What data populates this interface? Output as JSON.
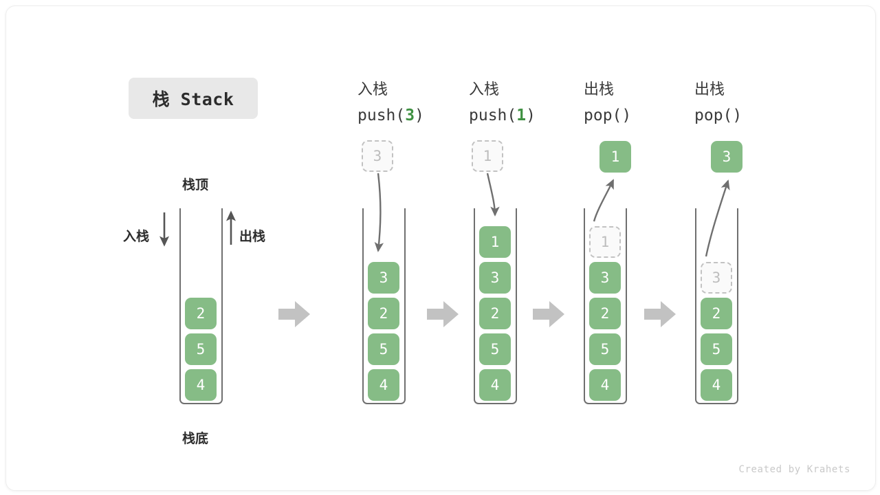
{
  "diagram": {
    "title_cn": "栈",
    "title_en": "Stack",
    "title_full": "栈 Stack",
    "footer": "Created by Krahets",
    "accent_green": "#86bc86",
    "accent_green_text": "#3f9142",
    "ghost_gray": "#bdbdbd",
    "arrow_gray": "#c0c0c0",
    "outline_gray": "#6f6f6f"
  },
  "legend": {
    "top_label": "栈顶",
    "bottom_label": "栈底",
    "push_label": "入栈",
    "pop_label": "出栈",
    "push_arrow_icon": "arrow-down-icon",
    "pop_arrow_icon": "arrow-up-icon"
  },
  "steps": [
    {
      "id": "initial",
      "op_cn": "",
      "op_code": "",
      "op_code_prefix": "",
      "op_code_num": "",
      "op_code_suffix": "",
      "floating": null,
      "cells": [
        "2",
        "5",
        "4"
      ]
    },
    {
      "id": "push-3",
      "op_cn": "入栈",
      "op_code": "push(3)",
      "op_code_prefix": "push(",
      "op_code_num": "3",
      "op_code_suffix": ")",
      "floating": {
        "value": "3",
        "style": "ghost",
        "direction": "in"
      },
      "cells": [
        "3",
        "2",
        "5",
        "4"
      ]
    },
    {
      "id": "push-1",
      "op_cn": "入栈",
      "op_code": "push(1)",
      "op_code_prefix": "push(",
      "op_code_num": "1",
      "op_code_suffix": ")",
      "floating": {
        "value": "1",
        "style": "ghost",
        "direction": "in"
      },
      "cells": [
        "1",
        "3",
        "2",
        "5",
        "4"
      ]
    },
    {
      "id": "pop-1",
      "op_cn": "出栈",
      "op_code": "pop()",
      "op_code_prefix": "pop(",
      "op_code_num": "",
      "op_code_suffix": ")",
      "floating": {
        "value": "1",
        "style": "filled",
        "direction": "out"
      },
      "cells": [
        "1",
        "3",
        "2",
        "5",
        "4"
      ],
      "ghost_index": 0
    },
    {
      "id": "pop-3",
      "op_cn": "出栈",
      "op_code": "pop()",
      "op_code_prefix": "pop(",
      "op_code_num": "",
      "op_code_suffix": ")",
      "floating": {
        "value": "3",
        "style": "filled",
        "direction": "out"
      },
      "cells": [
        "3",
        "2",
        "5",
        "4"
      ],
      "ghost_index": 0
    }
  ],
  "transitions": [
    "transition-arrow-1",
    "transition-arrow-2",
    "transition-arrow-3",
    "transition-arrow-4"
  ]
}
